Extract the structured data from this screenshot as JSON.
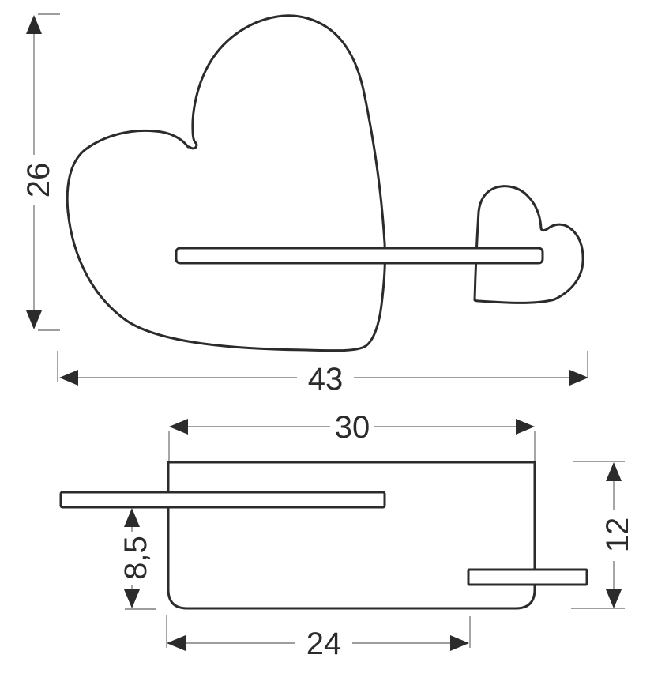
{
  "front_view": {
    "height_dim": "26",
    "width_dim": "43"
  },
  "side_view": {
    "top_width_dim": "30",
    "height_dim": "12",
    "shelf_offset_dim": "8,5",
    "bottom_width_dim": "24"
  },
  "colors": {
    "outline": "#2b2b2b",
    "dimension_line": "#7f7f7f",
    "dimension_text": "#2b2b2b",
    "background": "#ffffff"
  }
}
